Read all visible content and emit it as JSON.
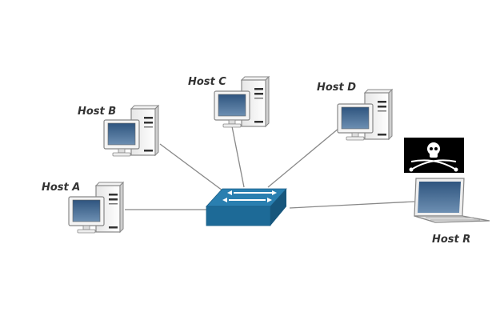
{
  "diagram": {
    "title": "Network topology with rogue host",
    "switch": {
      "name": "switch",
      "color": "#1f6e9c"
    },
    "hosts": [
      {
        "id": "A",
        "label": "Host A",
        "type": "desktop"
      },
      {
        "id": "B",
        "label": "Host B",
        "type": "desktop"
      },
      {
        "id": "C",
        "label": "Host C",
        "type": "desktop"
      },
      {
        "id": "D",
        "label": "Host D",
        "type": "desktop"
      },
      {
        "id": "R",
        "label": "Host R",
        "type": "laptop",
        "badge": "pirate-flag"
      }
    ],
    "links": [
      {
        "from": "A",
        "to": "switch"
      },
      {
        "from": "B",
        "to": "switch"
      },
      {
        "from": "C",
        "to": "switch"
      },
      {
        "from": "D",
        "to": "switch"
      },
      {
        "from": "R",
        "to": "switch"
      }
    ],
    "colors": {
      "link": "#888888",
      "screen": "#3d6a96",
      "flag": "#000000"
    }
  }
}
